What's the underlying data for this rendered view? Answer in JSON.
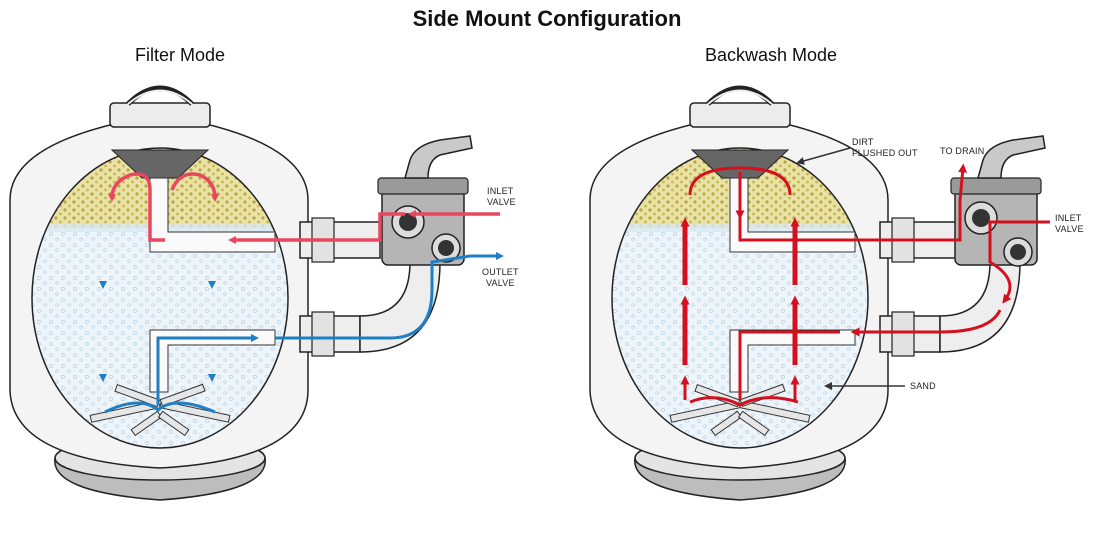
{
  "title": "Side Mount Configuration",
  "panels": {
    "filter": {
      "heading": "Filter Mode",
      "inlet_label": [
        "INLET",
        "VALVE"
      ],
      "outlet_label": [
        "OUTLET",
        "VALVE"
      ]
    },
    "backwash": {
      "heading": "Backwash Mode",
      "dirt_label": [
        "DIRT",
        "FLUSHED OUT"
      ],
      "drain_label": "TO DRAIN",
      "inlet_label": [
        "INLET",
        "VALVE"
      ],
      "sand_label": "SAND"
    }
  },
  "colors": {
    "dirty_water": "#e8475e",
    "clean_water": "#1f7fc4",
    "backwash_flow": "#d4101e",
    "sand": "#d9cf7a",
    "tank_outline": "#222222"
  }
}
